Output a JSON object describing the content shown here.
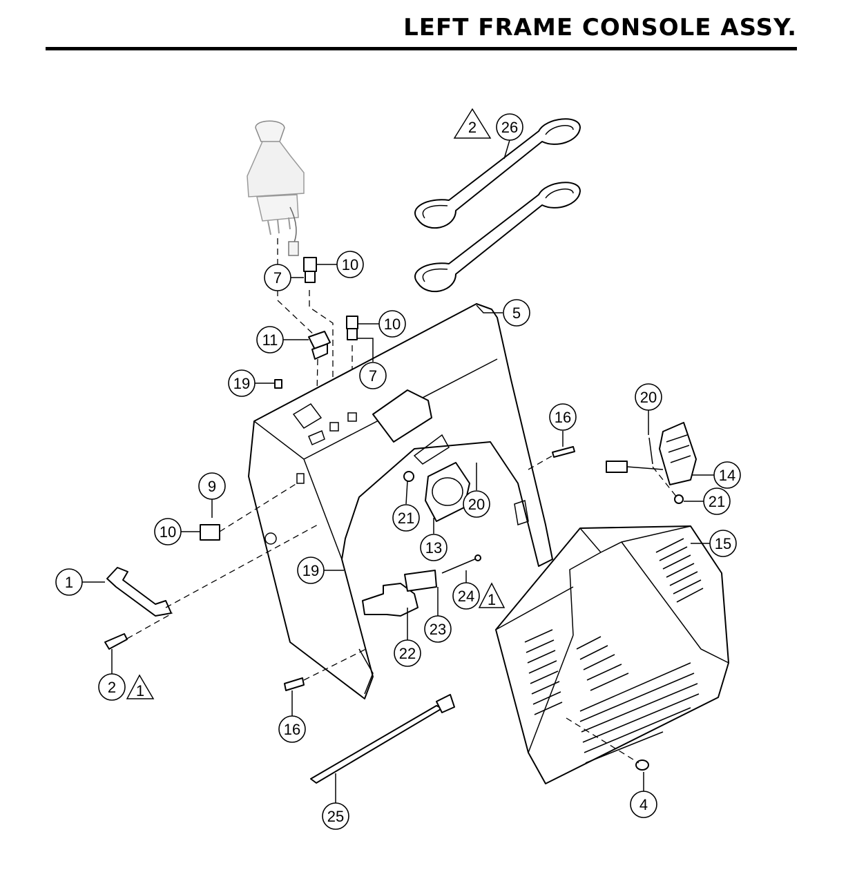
{
  "title": "LEFT FRAME CONSOLE ASSY.",
  "callouts": [
    {
      "label": "26"
    },
    {
      "label": "10"
    },
    {
      "label": "7"
    },
    {
      "label": "5"
    },
    {
      "label": "10"
    },
    {
      "label": "11"
    },
    {
      "label": "7"
    },
    {
      "label": "19"
    },
    {
      "label": "20"
    },
    {
      "label": "16"
    },
    {
      "label": "9"
    },
    {
      "label": "14"
    },
    {
      "label": "21"
    },
    {
      "label": "21"
    },
    {
      "label": "20"
    },
    {
      "label": "10"
    },
    {
      "label": "13"
    },
    {
      "label": "15"
    },
    {
      "label": "1"
    },
    {
      "label": "19"
    },
    {
      "label": "24"
    },
    {
      "label": "23"
    },
    {
      "label": "22"
    },
    {
      "label": "2"
    },
    {
      "label": "16"
    },
    {
      "label": "25"
    },
    {
      "label": "4"
    }
  ],
  "warnings": [
    {
      "label": "2"
    },
    {
      "label": "1"
    },
    {
      "label": "1"
    }
  ]
}
